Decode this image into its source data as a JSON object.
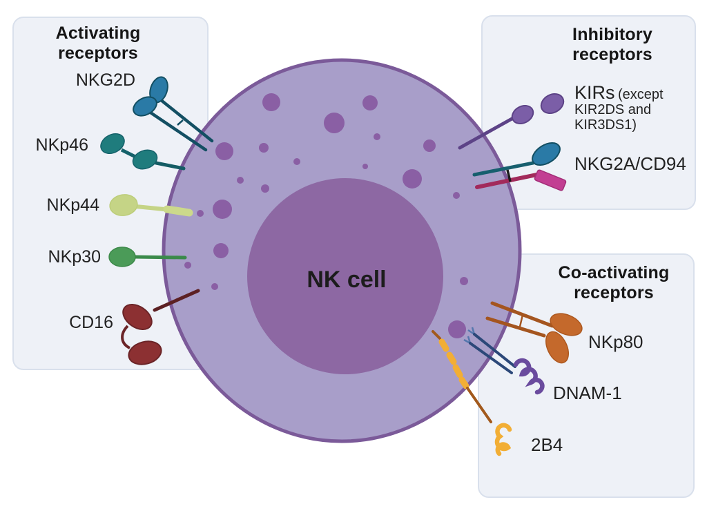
{
  "figure": {
    "cell_label": "NK cell",
    "cell_type": "diagram of natural killer cell surface receptors"
  },
  "panels": {
    "activating": {
      "title": "Activating receptors",
      "receptors": [
        {
          "name": "NKG2D"
        },
        {
          "name": "NKp46"
        },
        {
          "name": "NKp44"
        },
        {
          "name": "NKp30"
        },
        {
          "name": "CD16"
        }
      ]
    },
    "inhibitory": {
      "title": "Inhibitory receptors",
      "kirs": {
        "name": "KIRs",
        "note_line1": "(except",
        "note_line2": "KIR2DS and",
        "note_line3": "KIR3DS1)"
      },
      "receptors": [
        {
          "name": "NKG2A/CD94"
        }
      ]
    },
    "coactivating": {
      "title": "Co-activating receptors",
      "receptors": [
        {
          "name": "NKp80"
        },
        {
          "name": "DNAM-1"
        },
        {
          "name": "2B4"
        }
      ]
    }
  },
  "colors": {
    "cytoplasm": "#a89ec9",
    "membrane": "#7b5a99",
    "nucleus": "#8d68a3",
    "granule": "#8a5fa4",
    "panel_bg": "#eef1f7",
    "panel_border": "#d9e0ec",
    "nkg2d_blue": "#2a7aa6",
    "nkg2d_stem": "#134f63",
    "nkp46_teal": "#1f7c7d",
    "nkp44_yellow_green": "#c5d486",
    "nkp30_green": "#4b9b58",
    "cd16_maroon": "#8c3032",
    "kirs_purple": "#7b5ea7",
    "nkg2a_oval_blue": "#2a7aa6",
    "nkg2a_stem_crimson": "#a22a5b",
    "cd94_magenta": "#c23e92",
    "nkp80_orange": "#c4692c",
    "dnam1_navy": "#2c4879",
    "dnam1_purple": "#6a4b9e",
    "b24_gold": "#f2ae35",
    "b24_stem_brown": "#a2591c"
  }
}
